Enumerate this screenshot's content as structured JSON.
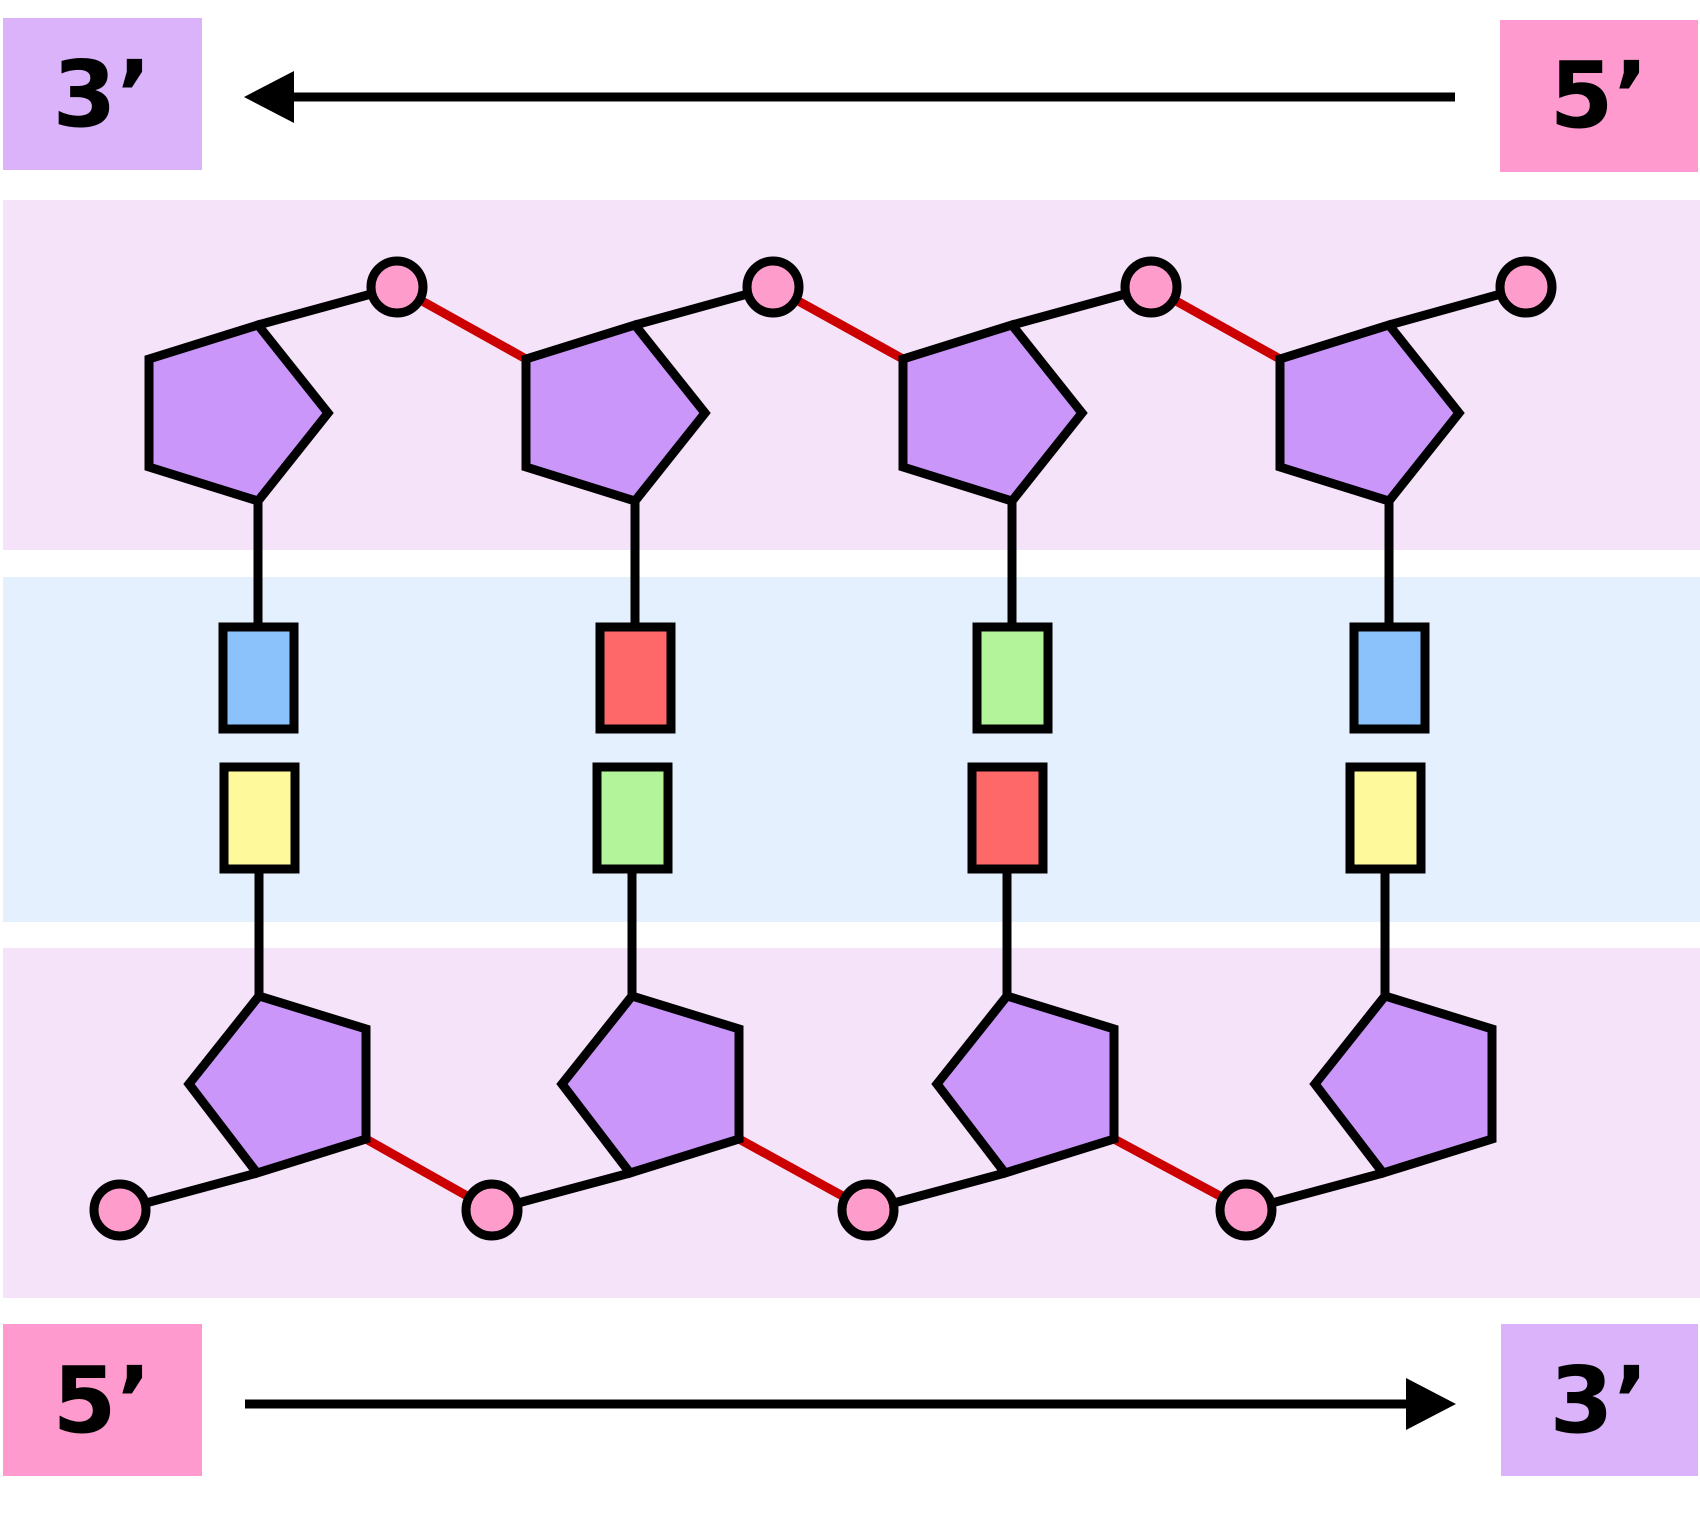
{
  "labels": {
    "top_left": "3’",
    "top_right": "5’",
    "bottom_left": "5’",
    "bottom_right": "3’"
  },
  "colors": {
    "end_3prime": "#dab3fb",
    "end_5prime": "#fe9ace",
    "backbone_band": "#f5e3f9",
    "base_pair_band": "#e4f0fd",
    "sugar": "#cb96fa",
    "phosphate": "#fe9dcb",
    "phosphodiester_bond": "#cc0000",
    "outline": "#000000",
    "base_blue": "#8bc2fc",
    "base_yellow": "#fef99a",
    "base_red": "#fe6868",
    "base_green": "#b3f39a"
  },
  "base_pairs": [
    {
      "top": "base_blue",
      "bottom": "base_yellow"
    },
    {
      "top": "base_red",
      "bottom": "base_green"
    },
    {
      "top": "base_green",
      "bottom": "base_red"
    },
    {
      "top": "base_blue",
      "bottom": "base_yellow"
    }
  ]
}
